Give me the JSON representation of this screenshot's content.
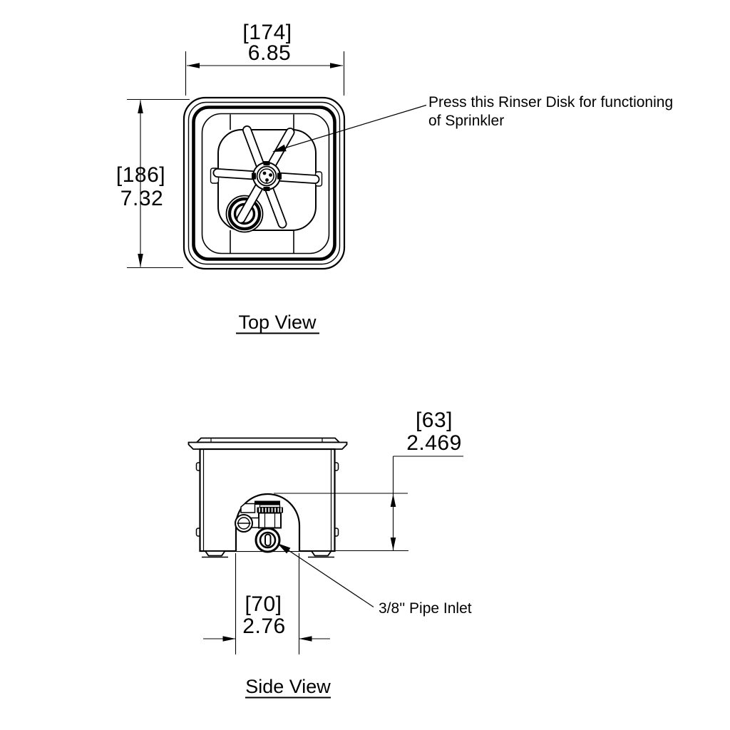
{
  "drawing": {
    "background": "#ffffff",
    "line_color": "#000000"
  },
  "top_view": {
    "title": "Top View",
    "note_line1": "Press this Rinser Disk for functioning",
    "note_line2": "of Sprinkler",
    "width_dim_mm": "[174]",
    "width_dim_in": "6.85",
    "height_dim_mm": "[186]",
    "height_dim_in": "7.32"
  },
  "side_view": {
    "title": "Side View",
    "inlet_note": "3/8'' Pipe Inlet",
    "height_dim_mm": "[63]",
    "height_dim_in": "2.469",
    "width_dim_mm": "[70]",
    "width_dim_in": "2.76"
  }
}
